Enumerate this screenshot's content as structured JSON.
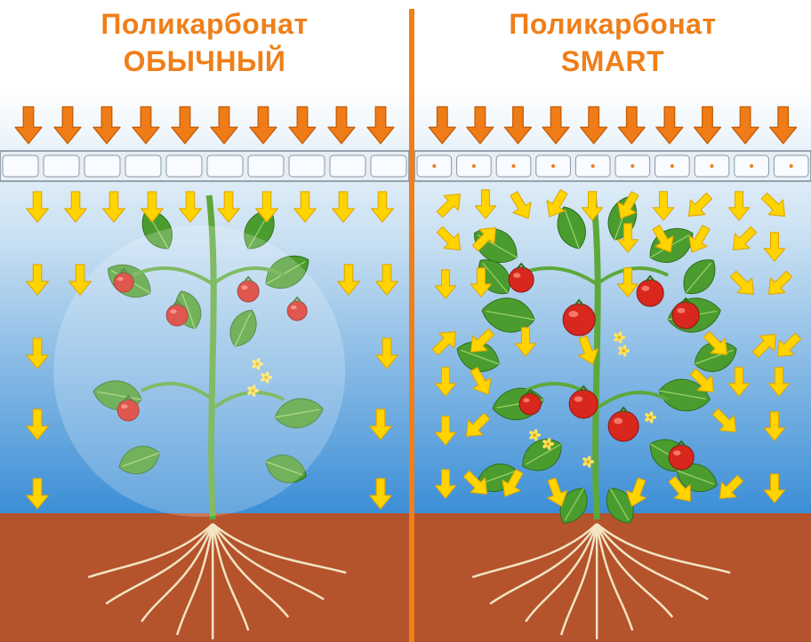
{
  "left_panel": {
    "title_line1": "Поликарбонат",
    "title_line2": "ОБЫЧНЫЙ"
  },
  "right_panel": {
    "title_line1": "Поликарбонат",
    "title_line2": "SMART"
  },
  "colors": {
    "title_orange": "#ef7f1a",
    "incoming_arrow": "#f07c18",
    "light_arrow": "#ffd400",
    "soil": "#b5532c",
    "sky_top": "#ffffff",
    "sky_bottom": "#3b8ed6",
    "leaf": "#4a9c2e",
    "tomato": "#d8281e"
  },
  "icons": {
    "incoming": "down-arrow-icon",
    "transmitted": "light-arrow-icon",
    "panel": "polycarbonate-sheet-icon"
  }
}
